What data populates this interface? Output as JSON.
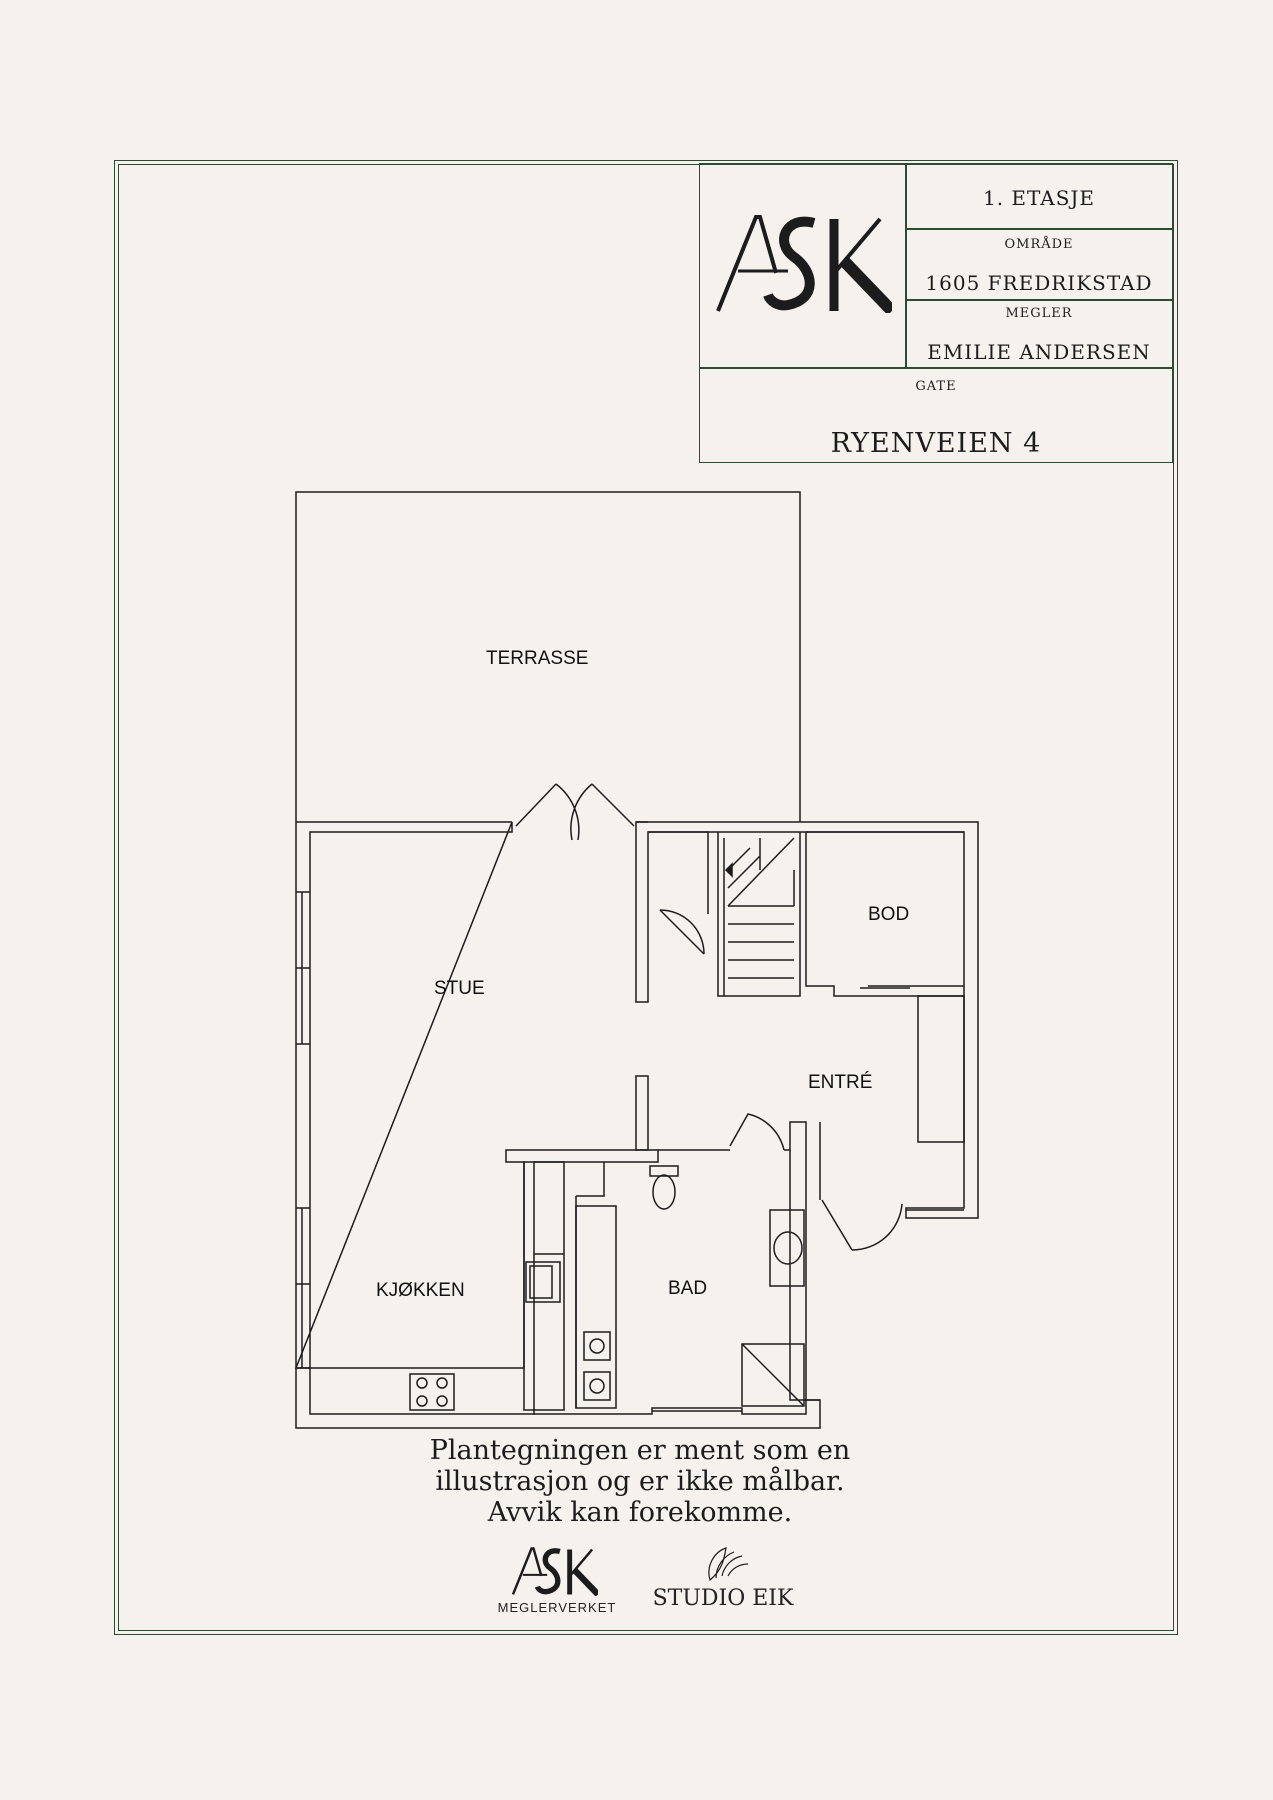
{
  "titleblock": {
    "floor": "1. ETASJE",
    "area_label": "OMRÅDE",
    "area_value": "1605 FREDRIKSTAD",
    "agent_label": "MEGLER",
    "agent_value": "EMILIE ANDERSEN",
    "street_label": "GATE",
    "street_value": "RYENVEIEN 4"
  },
  "logo": {
    "brand": "ASK",
    "brand_caption": "MEGLERVERKET",
    "studio": "STUDIO EIK"
  },
  "rooms": {
    "terrasse": "TERRASSE",
    "stue": "STUE",
    "bod": "BOD",
    "entre": "ENTRÉ",
    "kjokken": "KJØKKEN",
    "bad": "BAD"
  },
  "disclaimer": {
    "line1": "Plantegningen er ment som en",
    "line2": "illustrasjon og er ikke målbar.",
    "line3": "Avvik kan forekomme."
  },
  "colors": {
    "background": "#f5f1ec",
    "frame": "#2c4a34",
    "ink": "#1c1c1c"
  }
}
